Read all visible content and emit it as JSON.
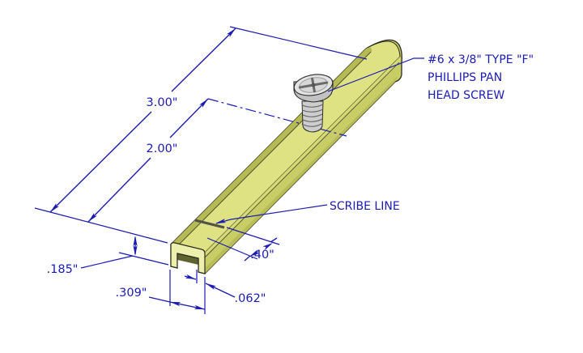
{
  "drawing": {
    "type": "isometric technical drawing",
    "part": "U-channel extrusion with self-tapping screw",
    "dimensions": {
      "overall_length": "3.00\"",
      "screw_location": "2.00\"",
      "channel_height": ".185\"",
      "channel_width": ".309\"",
      "wall_thickness": ".062\"",
      "scribe_offset": ".40\""
    },
    "labels": {
      "screw_note_line1": "#6 x 3/8\" TYPE \"F\"",
      "screw_note_line2": "PHILLIPS PAN",
      "screw_note_line3": "HEAD SCREW",
      "scribe_line": "SCRIBE LINE"
    },
    "colors": {
      "annotation_blue": "#1b1bb3",
      "channel_top_face": "#dfe282",
      "channel_side_face": "#c9cd65",
      "channel_end_face": "#edefac",
      "channel_edge_band": "#b5ba55",
      "channel_inner_shadow": "#5f6330",
      "scribe_mark": "#52524a",
      "screw_body": "#d9d9d9",
      "outline": "#2b2b20",
      "background": "#ffffff"
    }
  }
}
